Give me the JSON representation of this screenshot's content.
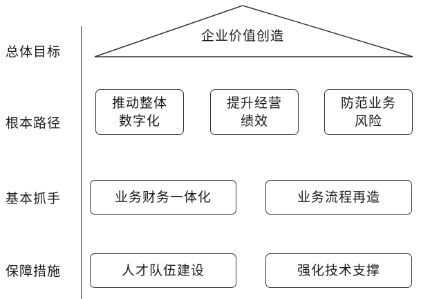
{
  "rows": [
    {
      "label": "总体目标"
    },
    {
      "label": "根本路径"
    },
    {
      "label": "基本抓手"
    },
    {
      "label": "保障措施"
    }
  ],
  "goal": {
    "text": "企业价值创造"
  },
  "paths": [
    {
      "text": "推动整体\n数字化"
    },
    {
      "text": "提升经营\n绩效"
    },
    {
      "text": "防范业务\n风险"
    }
  ],
  "levers": [
    {
      "text": "业务财务一体化"
    },
    {
      "text": "业务流程再造"
    }
  ],
  "measures": [
    {
      "text": "人才队伍建设"
    },
    {
      "text": "强化技术支撑"
    }
  ]
}
